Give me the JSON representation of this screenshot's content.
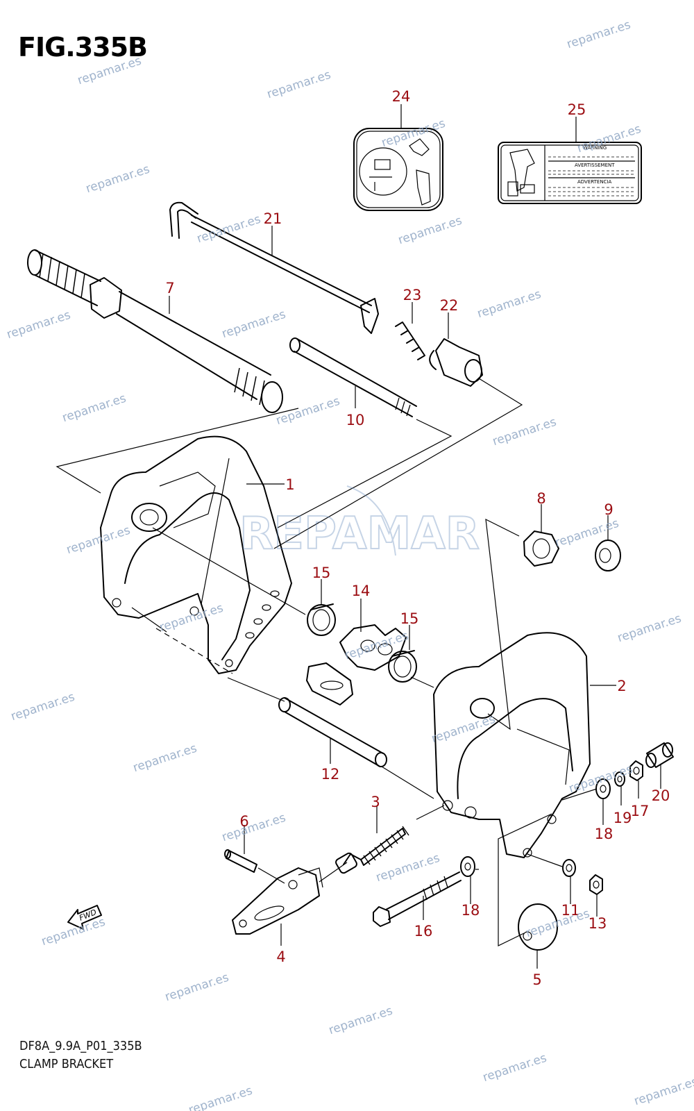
{
  "figure": {
    "title": "FIG.335B",
    "code": "DF8A_9.9A_P01_335B",
    "caption": "CLAMP BRACKET"
  },
  "watermark": {
    "text": "repamar.es",
    "logo_text": "REPAMAR"
  },
  "labels": {
    "fwd": "FWD",
    "warning": "WARNING",
    "avertissement": "AVERTISSEMENT",
    "advertencia": "ADVERTENCIA"
  },
  "callouts": [
    {
      "id": "1",
      "label": "1"
    },
    {
      "id": "2",
      "label": "2"
    },
    {
      "id": "3",
      "label": "3"
    },
    {
      "id": "4",
      "label": "4"
    },
    {
      "id": "5",
      "label": "5"
    },
    {
      "id": "6",
      "label": "6"
    },
    {
      "id": "7",
      "label": "7"
    },
    {
      "id": "8",
      "label": "8"
    },
    {
      "id": "9",
      "label": "9"
    },
    {
      "id": "10",
      "label": "10"
    },
    {
      "id": "11",
      "label": "11"
    },
    {
      "id": "12",
      "label": "12"
    },
    {
      "id": "13",
      "label": "13"
    },
    {
      "id": "14",
      "label": "14"
    },
    {
      "id": "15a",
      "label": "15"
    },
    {
      "id": "15b",
      "label": "15"
    },
    {
      "id": "16",
      "label": "16"
    },
    {
      "id": "17",
      "label": "17"
    },
    {
      "id": "18a",
      "label": "18"
    },
    {
      "id": "18b",
      "label": "18"
    },
    {
      "id": "19",
      "label": "19"
    },
    {
      "id": "20",
      "label": "20"
    },
    {
      "id": "21",
      "label": "21"
    },
    {
      "id": "22",
      "label": "22"
    },
    {
      "id": "23",
      "label": "23"
    },
    {
      "id": "24",
      "label": "24"
    },
    {
      "id": "25",
      "label": "25"
    }
  ],
  "colors": {
    "callout": "#9b0d12",
    "watermark": "#8fa6c4",
    "line": "#000000"
  }
}
